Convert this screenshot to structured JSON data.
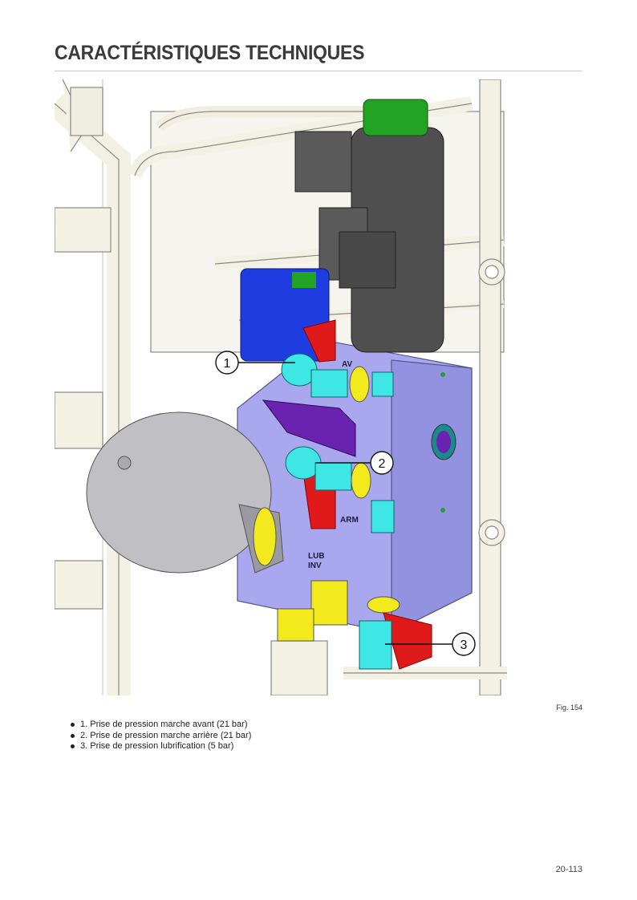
{
  "header": {
    "title": "CARACTÉRISTIQUES TECHNIQUES"
  },
  "figure": {
    "caption": "Fig. 154",
    "stamps": {
      "av": "AV",
      "arm": "ARM",
      "lub": "LUB",
      "inv": "INV"
    },
    "callouts": [
      {
        "number": "1"
      },
      {
        "number": "2"
      },
      {
        "number": "3"
      }
    ],
    "colors": {
      "block": "#a9a8ef",
      "valve_body": "#4f4f4f",
      "cap_green": "#23a323",
      "solenoid_blue": "#1f3ce0",
      "fitting_purple": "#6a22b0",
      "test_point_cyan": "#3ee6e6",
      "dust_cap_red": "#e01a1a",
      "fitting_yellow": "#f2ea1c",
      "accumulator_grey": "#bfbfc4",
      "frame_cream": "#f3f0e4"
    }
  },
  "legend": {
    "items": [
      "1. Prise de pression marche avant (21 bar)",
      "2. Prise de pression marche arrière (21 bar)",
      "3. Prise de pression lubrification (5 bar)"
    ]
  },
  "footer": {
    "page_number": "20-113"
  }
}
